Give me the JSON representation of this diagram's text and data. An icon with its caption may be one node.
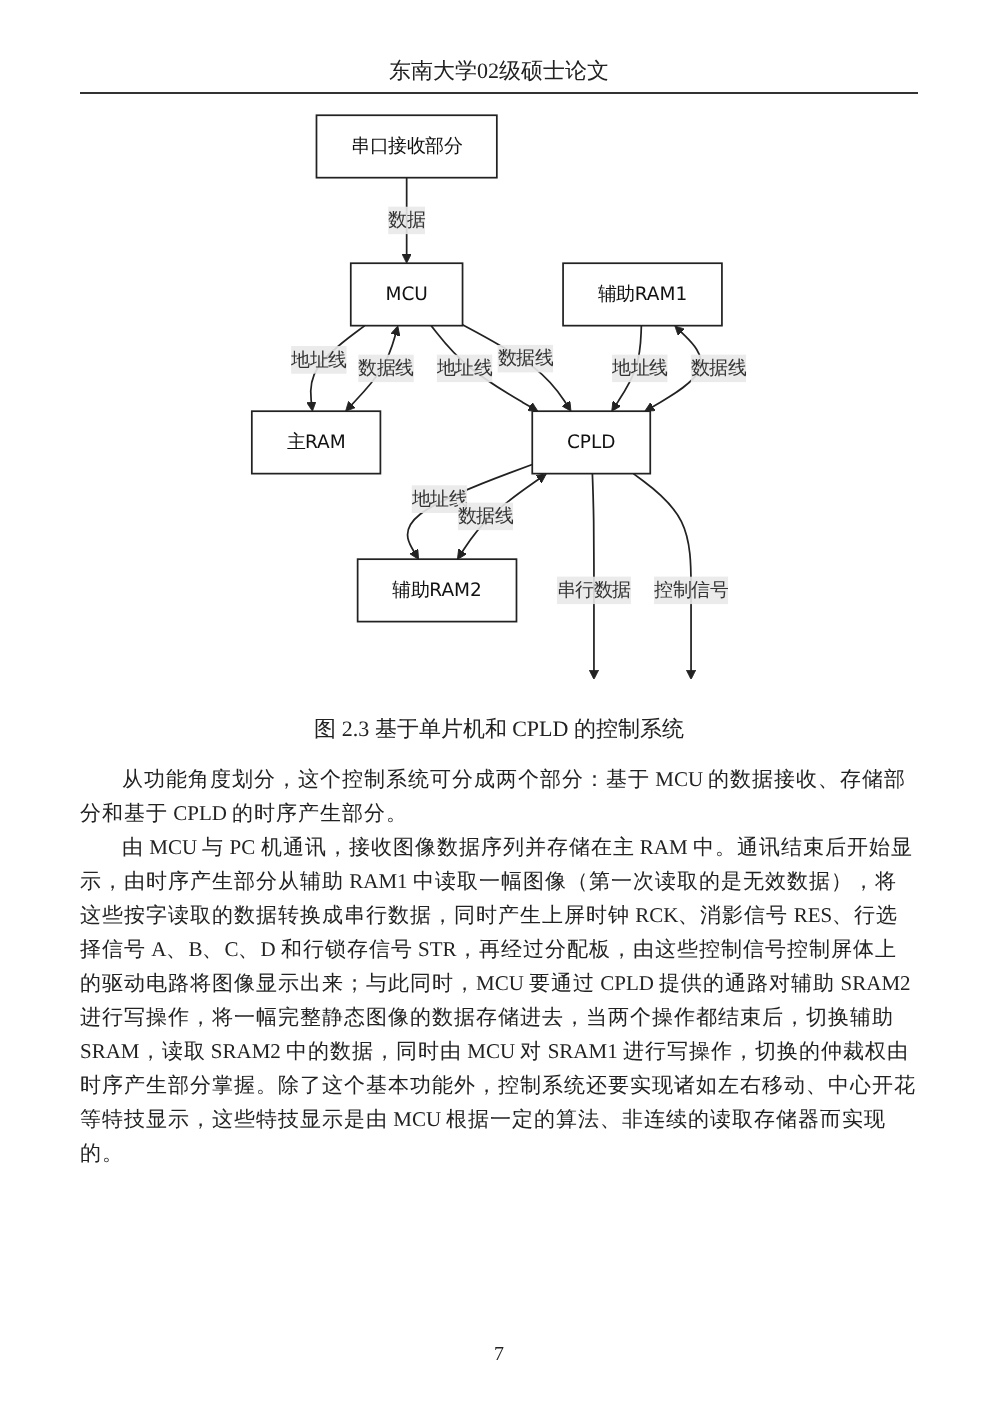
{
  "diagram": {
    "caption": "图 2.3 基于单片机和 CPLD 的控制系统",
    "nodes": [
      {
        "text": [
          "串口接收部分"
        ]
      },
      {
        "text": [
          "MCU"
        ]
      },
      {
        "text": [
          "主RAM"
        ]
      },
      {
        "text": [
          "辅助RAM1"
        ]
      },
      {
        "text": [
          "CPLD"
        ]
      },
      {
        "text": [
          "辅助RAM2"
        ]
      }
    ],
    "edges": [
      {
        "from": 0,
        "to": 1,
        "arrow": "to",
        "label": "数据"
      },
      {
        "from": 1,
        "to": 2,
        "arrow": "to",
        "label": "地址线"
      },
      {
        "from": 1,
        "to": 2,
        "arrow": "both",
        "label": "数据线"
      },
      {
        "from": 1,
        "to": 4,
        "arrow": "to",
        "label": "地址线"
      },
      {
        "from": 1,
        "to": 4,
        "arrow": "to",
        "label": "数据线"
      },
      {
        "from": 3,
        "to": 4,
        "arrow": "to",
        "label": "地址线"
      },
      {
        "from": 3,
        "to": 4,
        "arrow": "both",
        "label": "数据线"
      },
      {
        "from": 4,
        "to": 5,
        "arrow": "to",
        "label": "地址线"
      },
      {
        "from": 4,
        "to": 5,
        "arrow": "both",
        "label": "数据线"
      },
      {
        "from": 4,
        "to": null,
        "arrow": "to",
        "label": "串行数据"
      },
      {
        "from": 4,
        "to": null,
        "arrow": "to",
        "label": "控制信号"
      }
    ],
    "labels": [
      "东南大学02级硕士论文",
      "从功能角度划分，这个控制系统可分成两个部分：基于 MCU 的数据接收、存储部分和基于 CPLD 的时序产生部分。",
      "由 MCU 与 PC 机通讯，接收图像数据序列并存储在主 RAM 中。通讯结束后开始显示，由时序产生部分从辅助 RAM1 中读取一幅图像（第一次读取的是无效数据），将这些按字读取的数据转换成串行数据，同时产生上屏时钟 RCK、消影信号 RES、行选择信号 A、B、C、D 和行锁存信号 STR，再经过分配板，由这些控制信号控制屏体上的驱动电路将图像显示出来；与此同时，MCU 要通过 CPLD 提供的通路对辅助 SRAM2 进行写操作，将一幅完整静态图像的数据存储进去，当两个操作都结束后，切换辅助 SRAM，读取 SRAM2 中的数据，同时由 MCU 对 SRAM1 进行写操作，切换的仲裁权由时序产生部分掌握。除了这个基本功能外，控制系统还要实现诸如左右移动、中心开花等特技显示，这些特技显示是由 MCU 根据一定的算法、非连续的读取存储器而实现的。",
      "7"
    ]
  }
}
